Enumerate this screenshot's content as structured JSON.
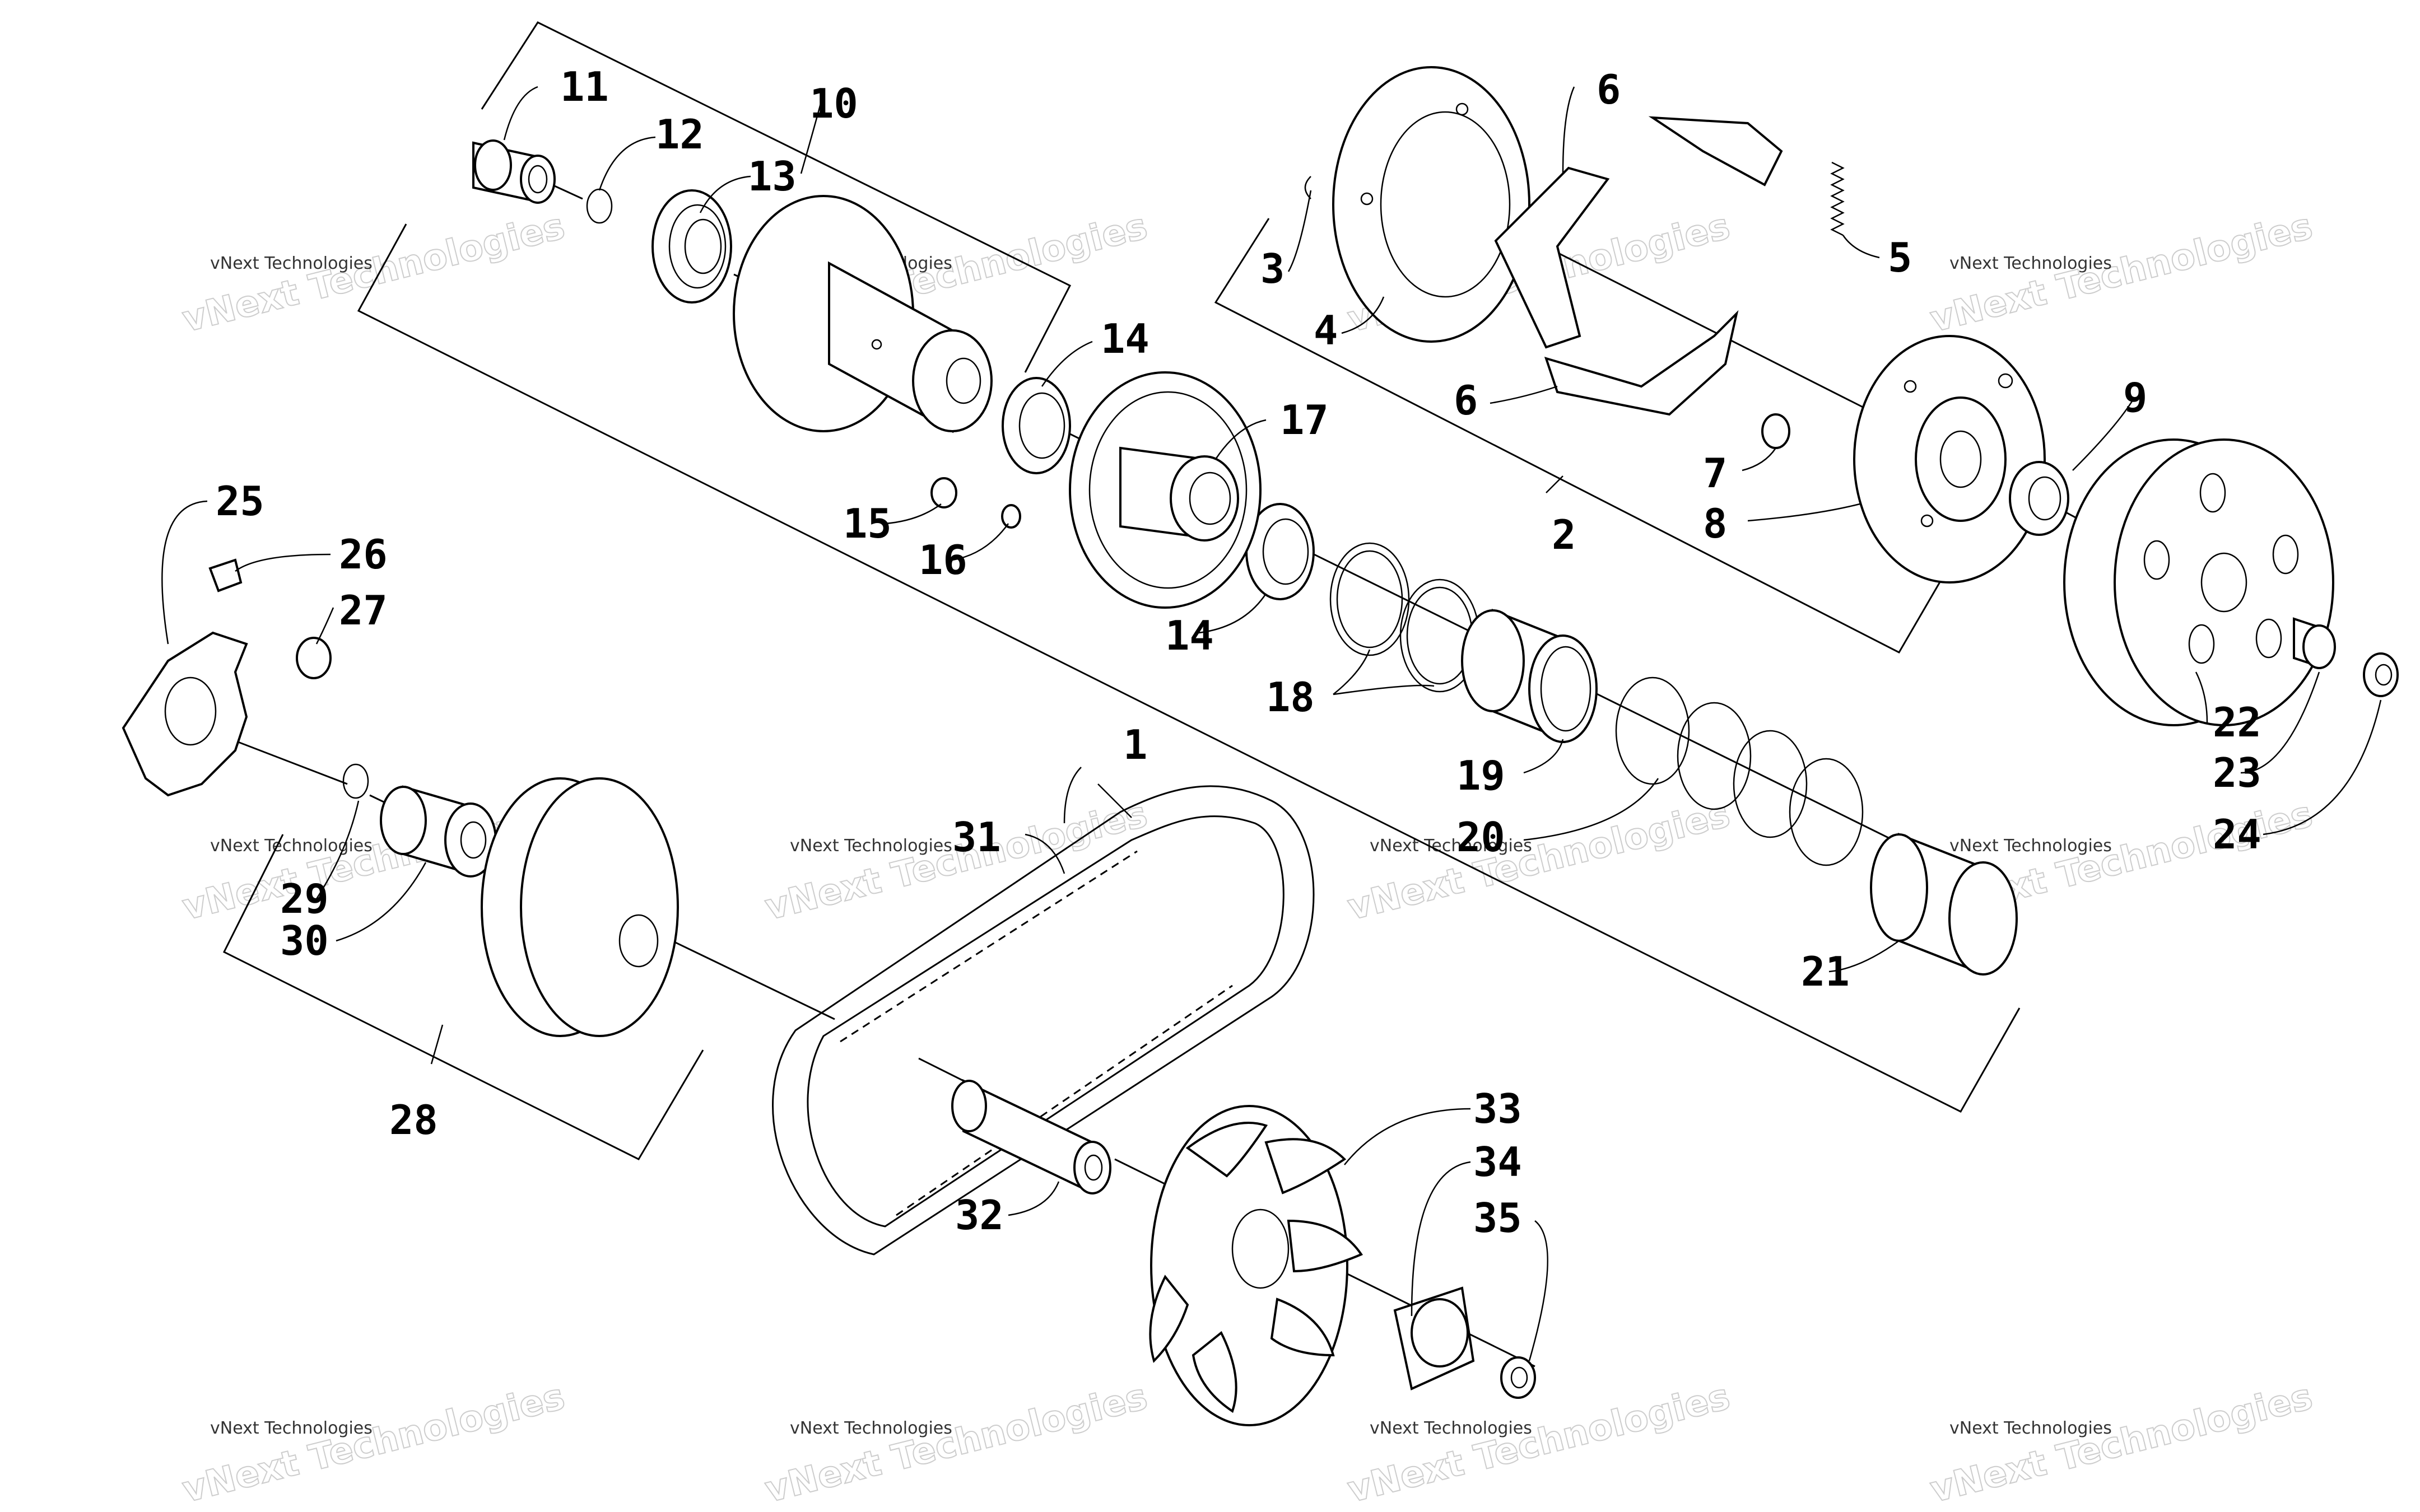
{
  "labels": {
    "l1": "1",
    "l2": "2",
    "l3": "3",
    "l4": "4",
    "l5": "5",
    "l6a": "6",
    "l6b": "6",
    "l7": "7",
    "l8": "8",
    "l9": "9",
    "l10": "10",
    "l11": "11",
    "l12": "12",
    "l13": "13",
    "l14a": "14",
    "l14b": "14",
    "l15": "15",
    "l16": "16",
    "l17": "17",
    "l18": "18",
    "l19": "19",
    "l20": "20",
    "l21": "21",
    "l22": "22",
    "l23": "23",
    "l24": "24",
    "l25": "25",
    "l26": "26",
    "l27": "27",
    "l28": "28",
    "l29": "29",
    "l30": "30",
    "l31": "31",
    "l32": "32",
    "l33": "33",
    "l34": "34",
    "l35": "35"
  },
  "watermark": {
    "line1": "vNext Technologies",
    "line2": "vNext Technologies"
  }
}
